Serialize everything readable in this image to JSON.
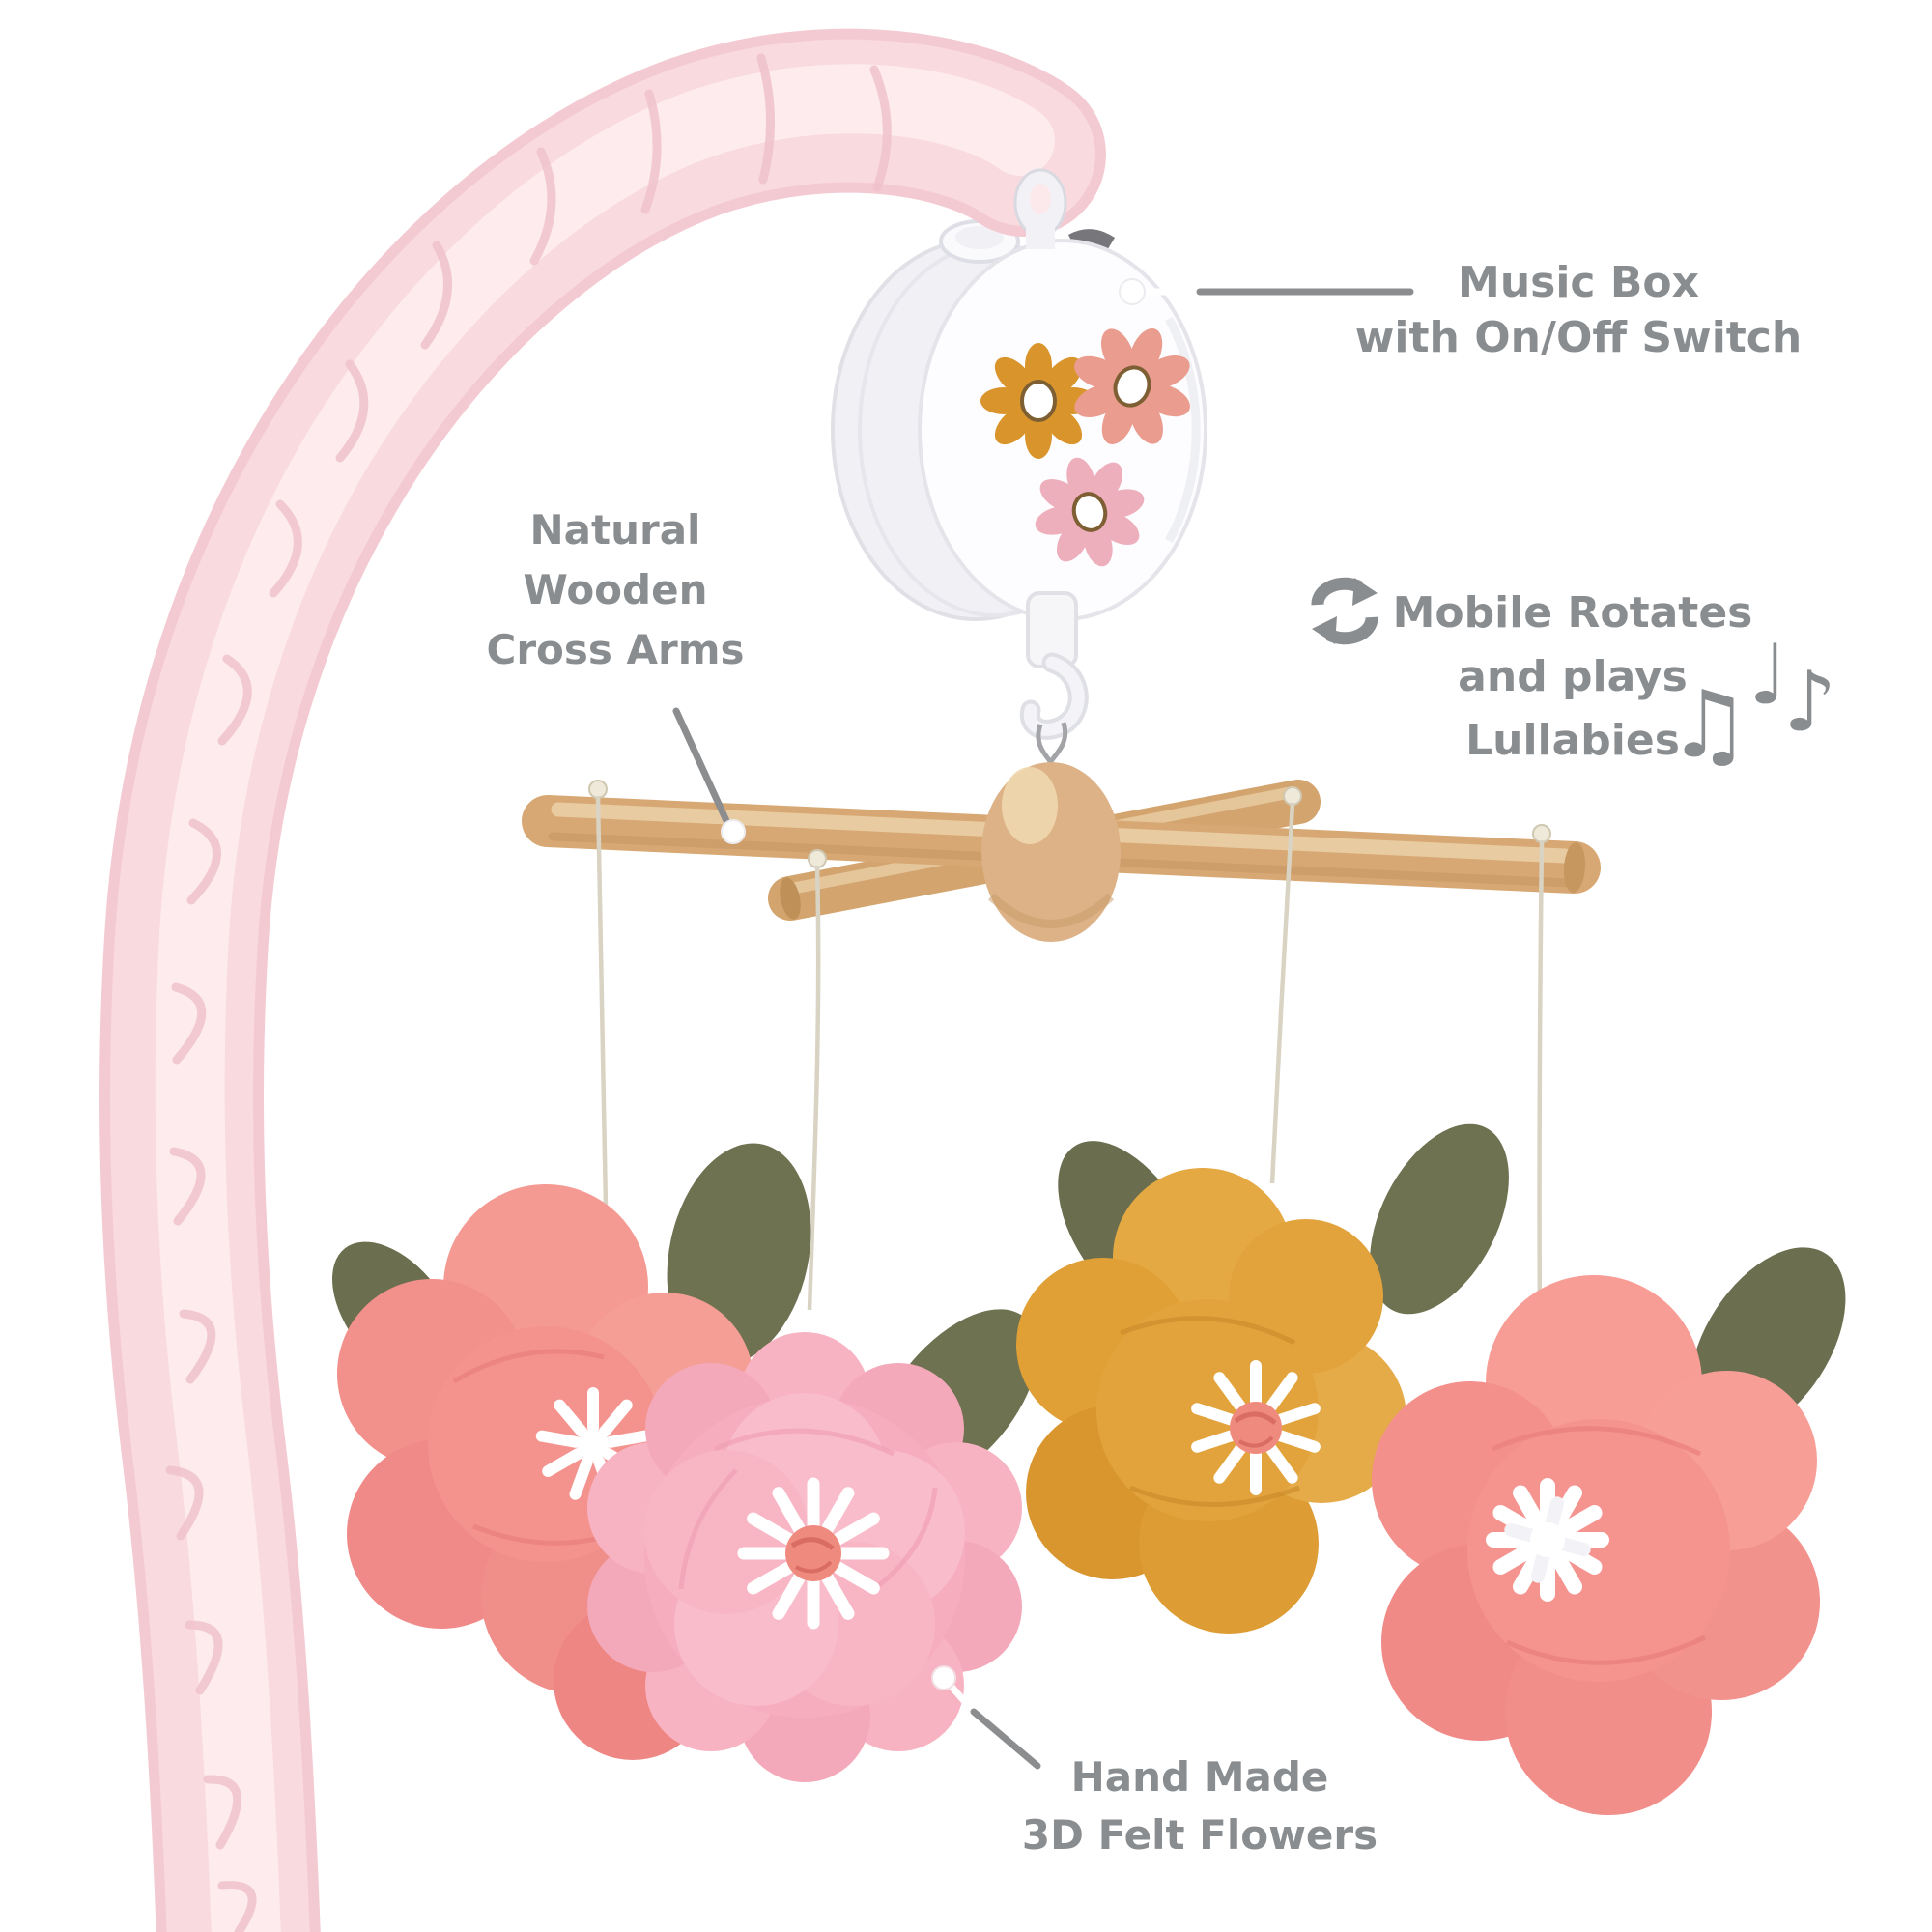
{
  "annotations": {
    "music_box": {
      "lines": [
        "Music Box",
        "with On/Off Switch"
      ]
    },
    "cross_arms": {
      "lines": [
        "Natural",
        "Wooden",
        "Cross Arms"
      ]
    },
    "rotation": {
      "lines": [
        "Mobile Rotates",
        "and plays",
        "Lullabies"
      ]
    },
    "felt_flowers": {
      "lines": [
        "Hand Made",
        "3D Felt Flowers"
      ]
    }
  },
  "icons": {
    "rotate": "circular-rotate-arrows",
    "note_beamed": "♫",
    "note_quarter": "♩",
    "note_eighth": "♪"
  },
  "colors": {
    "annotation_text": "#8a8d90",
    "leader_line": "#8b8d8f",
    "callout_dot": "#ffffff",
    "arm_fabric_pink": "#f9dade",
    "wood": "#d7a873",
    "wood_ball": "#dcb286",
    "leaf_olive": "#6e7251",
    "felt_coral": "#f4938e",
    "felt_pink": "#f7b3c2",
    "felt_mustard": "#e2a33c",
    "flower_center_fringe": "#ffffff",
    "flower_center_rosette": "#ef8a7e",
    "daisy_orange": "#d9952b",
    "daisy_coral": "#ea9c8e",
    "daisy_pink": "#eeafbd",
    "string": "#d9d3c4",
    "music_box_white": "#fdfdff"
  }
}
